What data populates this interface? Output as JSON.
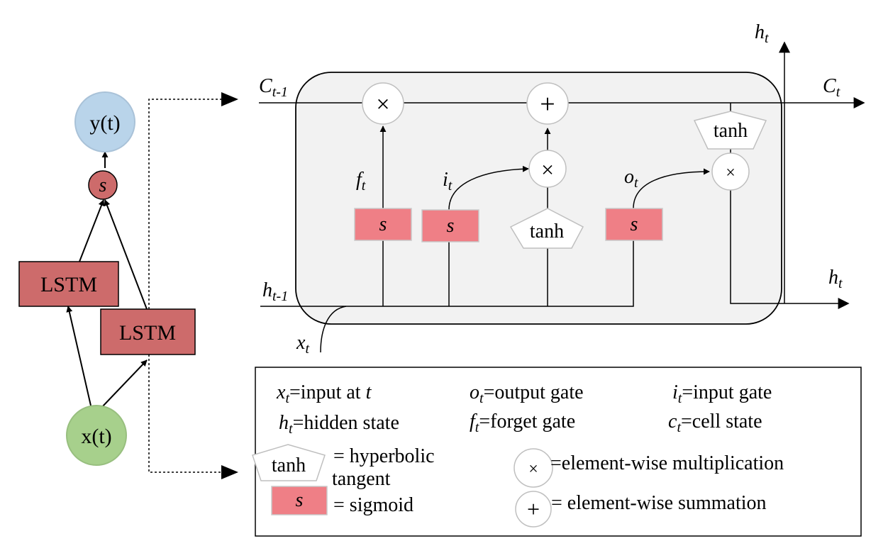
{
  "colors": {
    "lstm_fill": "#cd6b6b",
    "sigmoid_fill": "#ef7f86",
    "output_node_fill": "#b9d4ea",
    "input_node_fill": "#a7d08c",
    "cell_bg": "#f2f2f2"
  },
  "left_network": {
    "output_label": "y(t)",
    "activation_label": "s",
    "lstm_label_1": "LSTM",
    "lstm_label_2": "LSTM",
    "input_label": "x(t)"
  },
  "cell": {
    "c_prev_main": "C",
    "c_prev_sub": "t-1",
    "c_out_main": "C",
    "c_out_sub": "t",
    "h_prev_main": "h",
    "h_prev_sub": "t-1",
    "h_out_main": "h",
    "h_out_sub": "t",
    "h_top_main": "h",
    "h_top_sub": "t",
    "x_main": "x",
    "x_sub": "t",
    "forget_main": "f",
    "forget_sub": "t",
    "input_main": "i",
    "input_sub": "t",
    "output_main": "o",
    "output_sub": "t",
    "sigmoid_label": "s",
    "tanh_label": "tanh",
    "multiply_symbol": "×",
    "sum_symbol": "+"
  },
  "legend": {
    "x_main": "x",
    "x_sub": "t",
    "x_text": "=input at ",
    "x_text_t": "t",
    "o_main": "o",
    "o_sub": "t",
    "o_text": "=output gate",
    "i_main": "i",
    "i_sub": "t",
    "i_text": "=input gate",
    "h_main": "h",
    "h_sub": "t",
    "h_text": "=hidden state",
    "f_main": "f",
    "f_sub": "t",
    "f_text": "=forget gate",
    "c_main": "c",
    "c_sub": "t",
    "c_text": "=cell state",
    "tanh_symbol": "tanh",
    "tanh_text_1": "= hyperbolic",
    "tanh_text_2": "tangent",
    "sigmoid_symbol": "s",
    "sigmoid_text": "= sigmoid",
    "mult_symbol": "×",
    "mult_text": "=element-wise multiplication",
    "sum_symbol": "+",
    "sum_text": "= element-wise summation"
  }
}
